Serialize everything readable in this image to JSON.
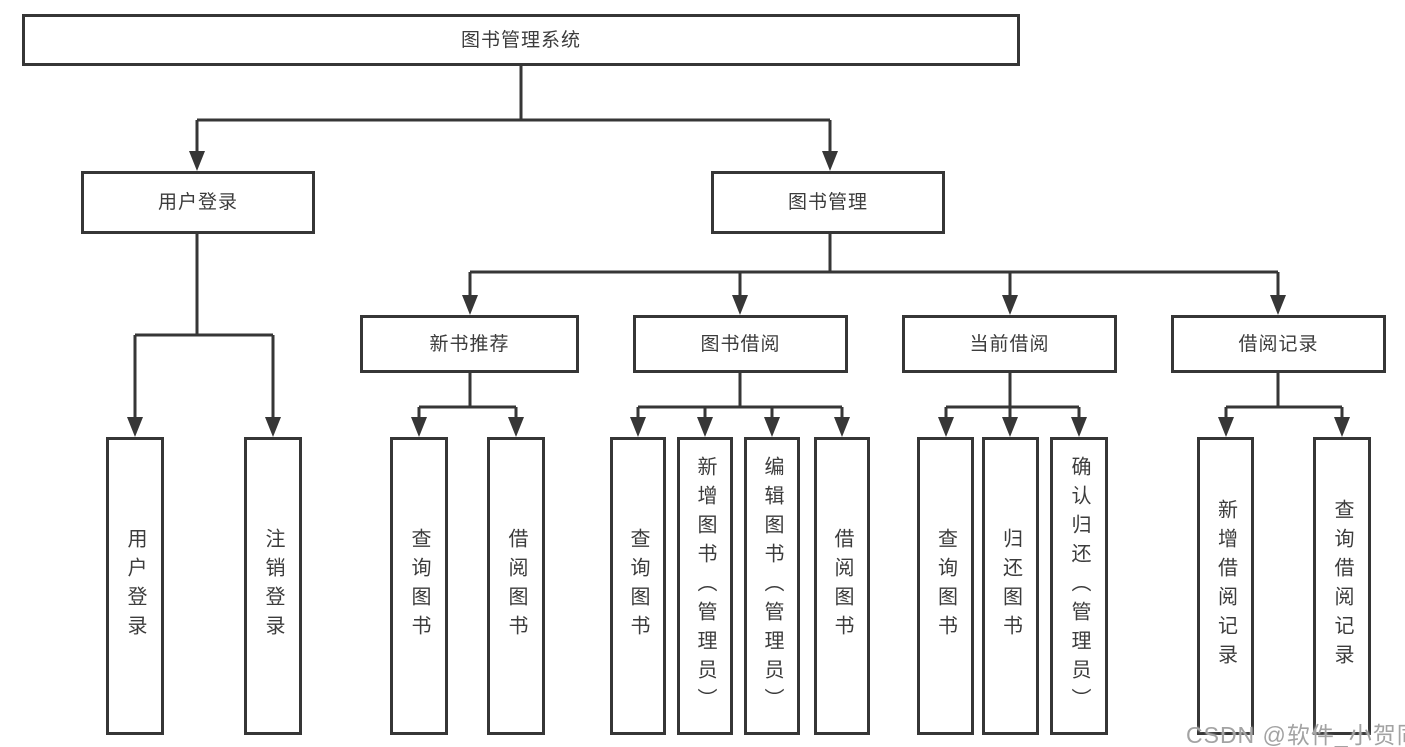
{
  "diagram": {
    "root": {
      "label": "图书管理系统"
    },
    "branches": [
      {
        "label": "用户登录",
        "children": [
          "用户登录",
          "注销登录"
        ]
      },
      {
        "label": "图书管理",
        "groups": [
          {
            "label": "新书推荐",
            "children": [
              "查询图书",
              "借阅图书"
            ]
          },
          {
            "label": "图书借阅",
            "children": [
              "查询图书",
              "新增图书（管理员）",
              "编辑图书（管理员）",
              "借阅图书"
            ]
          },
          {
            "label": "当前借阅",
            "children": [
              "查询图书",
              "归还图书",
              "确认归还（管理员）"
            ]
          },
          {
            "label": "借阅记录",
            "children": [
              "新增借阅记录",
              "查询借阅记录"
            ]
          }
        ]
      }
    ]
  },
  "colors": {
    "line": "#363636",
    "text": "#3c3c3c",
    "watermark": "#a3a3a3"
  },
  "watermark": "CSDN @软件_小贺同学"
}
